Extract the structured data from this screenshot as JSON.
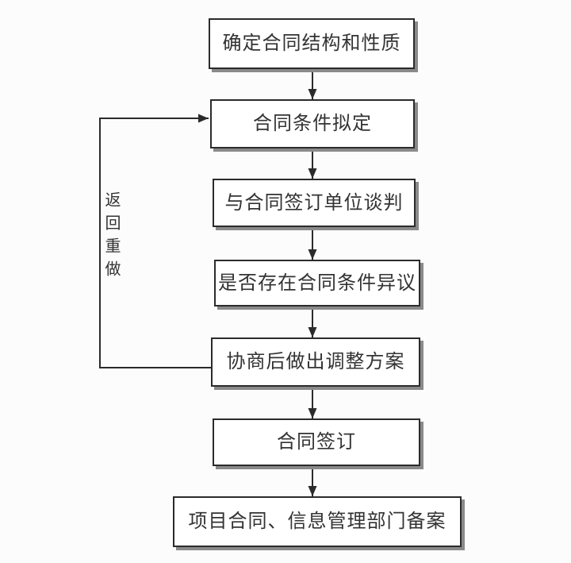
{
  "diagram": {
    "type": "flowchart",
    "nodes": [
      {
        "id": "n1",
        "label": "确定合同结构和性质"
      },
      {
        "id": "n2",
        "label": "合同条件拟定"
      },
      {
        "id": "n3",
        "label": "与合同签订单位谈判"
      },
      {
        "id": "n4",
        "label": "是否存在合同条件异议"
      },
      {
        "id": "n5",
        "label": "协商后做出调整方案"
      },
      {
        "id": "n6",
        "label": "合同签订"
      },
      {
        "id": "n7",
        "label": "项目合同、信息管理部门备案"
      }
    ],
    "edges": [
      {
        "from": "n1",
        "to": "n2",
        "label": ""
      },
      {
        "from": "n2",
        "to": "n3",
        "label": ""
      },
      {
        "from": "n3",
        "to": "n4",
        "label": ""
      },
      {
        "from": "n4",
        "to": "n5",
        "label": ""
      },
      {
        "from": "n5",
        "to": "n6",
        "label": ""
      },
      {
        "from": "n6",
        "to": "n7",
        "label": ""
      },
      {
        "from": "n5",
        "to": "n2",
        "label": "返回重做"
      }
    ],
    "loop_label": "返回重做",
    "colors": {
      "line": "#2b2b2b",
      "box_border": "#2b2b2b",
      "box_fill": "#ffffff",
      "box_shadow": "#8a8a8a",
      "text": "#333333",
      "background": "#fdfcfd"
    }
  }
}
